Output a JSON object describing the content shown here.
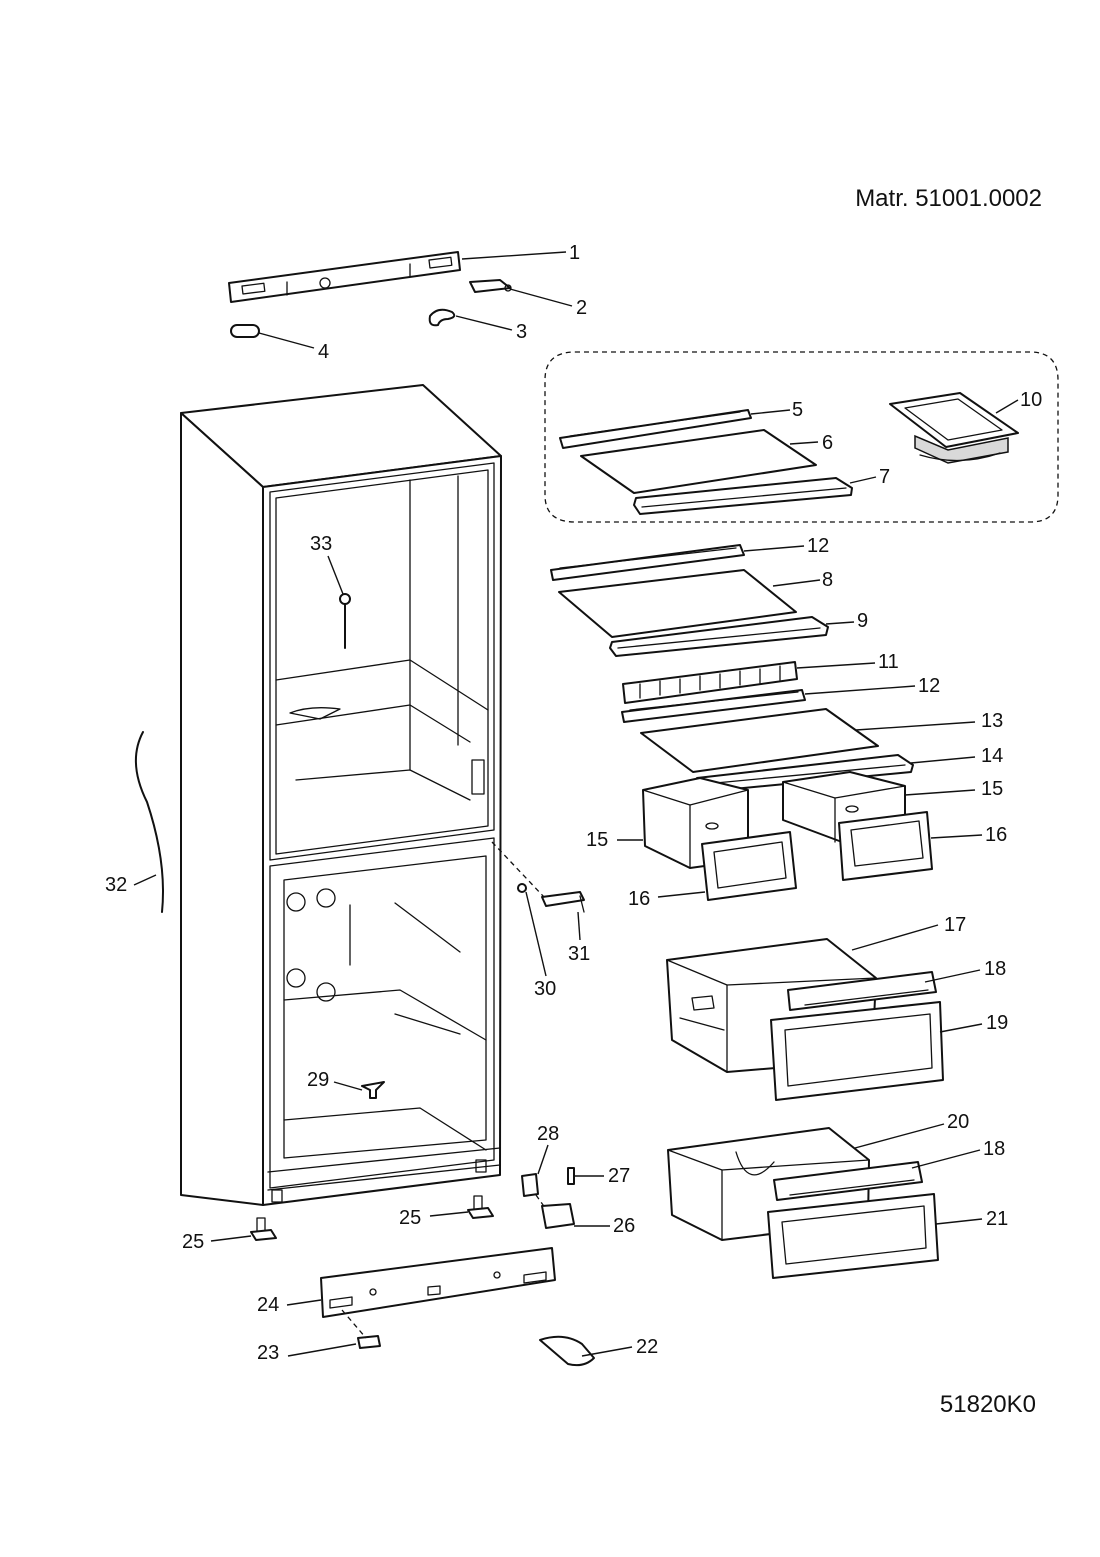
{
  "header": {
    "material": "Matr. 51001.0002"
  },
  "footer": {
    "code": "51820K0"
  },
  "callouts": [
    "1",
    "2",
    "3",
    "4",
    "5",
    "6",
    "7",
    "8",
    "9",
    "10",
    "11",
    "12",
    "12",
    "13",
    "14",
    "15",
    "15",
    "16",
    "16",
    "17",
    "18",
    "18",
    "19",
    "20",
    "21",
    "22",
    "23",
    "24",
    "25",
    "25",
    "26",
    "27",
    "28",
    "29",
    "30",
    "31",
    "32",
    "33"
  ]
}
